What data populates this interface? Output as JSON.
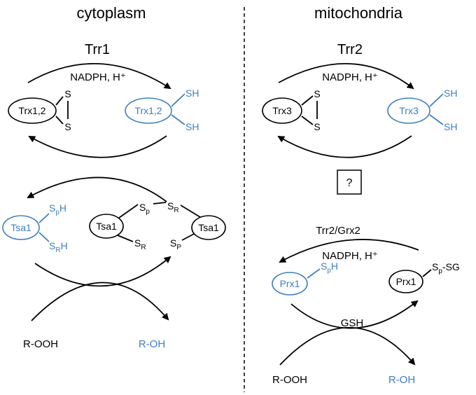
{
  "colors": {
    "black": "#000000",
    "blue": "#3f7fbf"
  },
  "headers": {
    "left": "cytoplasm",
    "right": "mitochondria"
  },
  "left": {
    "enzyme": "Trr1",
    "cofactor": "NADPH, H⁺",
    "trx_ox": "Trx1,2",
    "trx_red": "Trx1,2",
    "s": "S",
    "sh": "SH",
    "tsa1": "Tsa1",
    "sp": "S",
    "sp_sub": "p",
    "sp_sub_cap": "P",
    "sr": "S",
    "sr_sub": "R",
    "h": "H",
    "substrate": "R-OOH",
    "product": "R-OH"
  },
  "right": {
    "enzyme": "Trr2",
    "cofactor": "NADPH, H⁺",
    "trx_ox": "Trx3",
    "trx_red": "Trx3",
    "s": "S",
    "sh": "SH",
    "unknown": "?",
    "system": "Trr2/Grx2",
    "cofactor2": "NADPH, H⁺",
    "prx_red": "Prx1",
    "prx_ox": "Prx1",
    "spsg_tail": "-SG",
    "gsh": "GSH",
    "substrate": "R-OOH",
    "product": "R-OH"
  }
}
